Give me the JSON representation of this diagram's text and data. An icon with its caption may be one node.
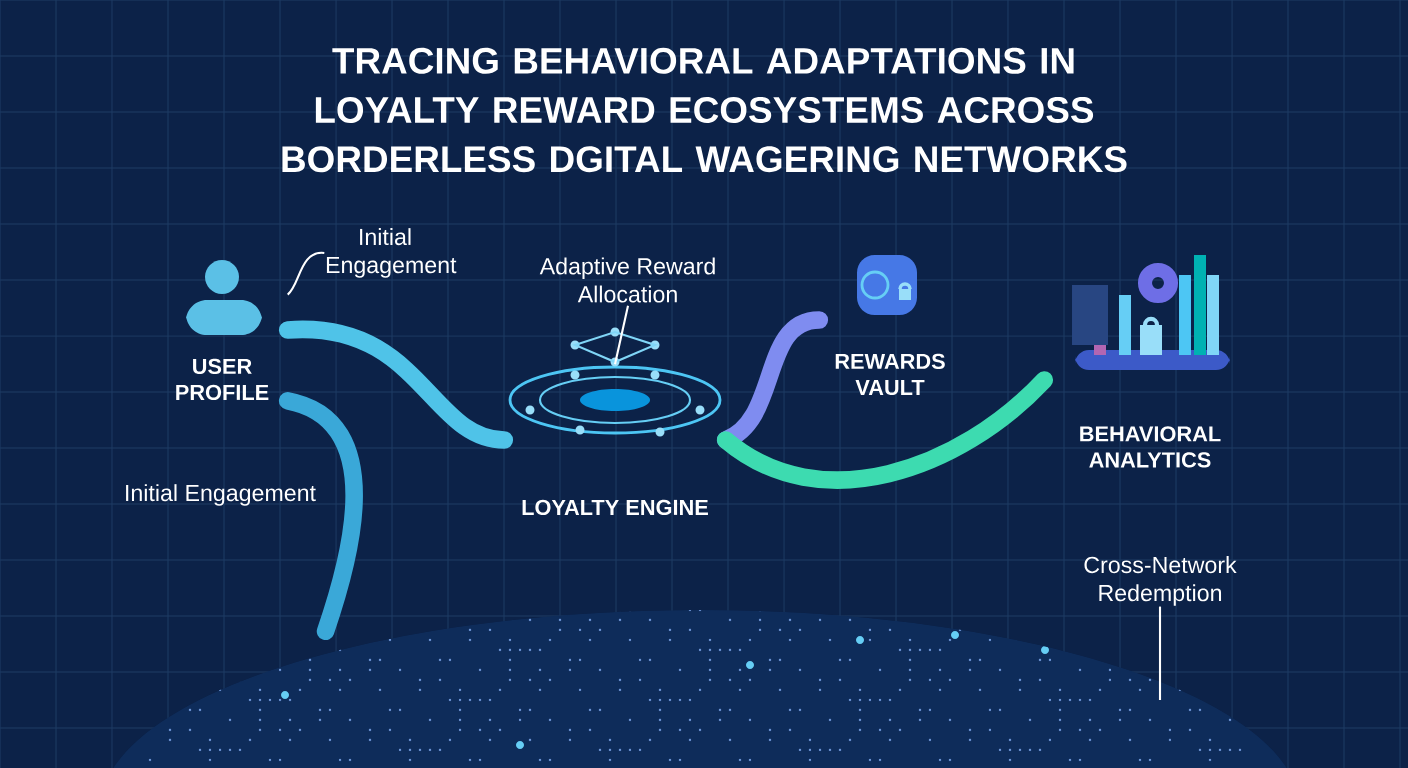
{
  "diagram": {
    "title": "TRACING BEHAVIORAL ADAPTATIONS IN LOYALTY REWARD ECOSYSTEMS ACROSS BORDERLESS DGITAL WAGERING NETWORKS",
    "nodes": [
      {
        "text": [
          "USER PROFILE"
        ]
      },
      {
        "text": [
          "Initial Engagement"
        ]
      },
      {
        "text": [
          "LOYALTY ENGINE"
        ]
      },
      {
        "text": [
          "Adaptive Reward Allocation"
        ]
      },
      {
        "text": [
          "REWARDS VAULT"
        ]
      },
      {
        "text": [
          "BEHAVIORAL ANALYTICS"
        ]
      },
      {
        "text": [
          "Cross-Network Redemption"
        ]
      },
      {
        "text": [],
        "shape": "picture"
      }
    ],
    "edges": [
      {
        "from": 0,
        "to": 2,
        "arrow": "none",
        "color": "#4fc3e8"
      },
      {
        "from": 2,
        "to": 4,
        "arrow": "none",
        "color": "#7f8cf0"
      },
      {
        "from": 2,
        "to": 5,
        "arrow": "none",
        "color": "#3ddbb0"
      },
      {
        "from": 0,
        "to": 7,
        "arrow": "none",
        "color": "#3aa8d8"
      },
      {
        "from": 1,
        "to": 0,
        "arrow": "none"
      },
      {
        "from": 3,
        "to": 2,
        "arrow": "none"
      },
      {
        "from": 6,
        "to": 7,
        "arrow": "none"
      }
    ],
    "labels": [
      "Initial Engagement"
    ]
  }
}
